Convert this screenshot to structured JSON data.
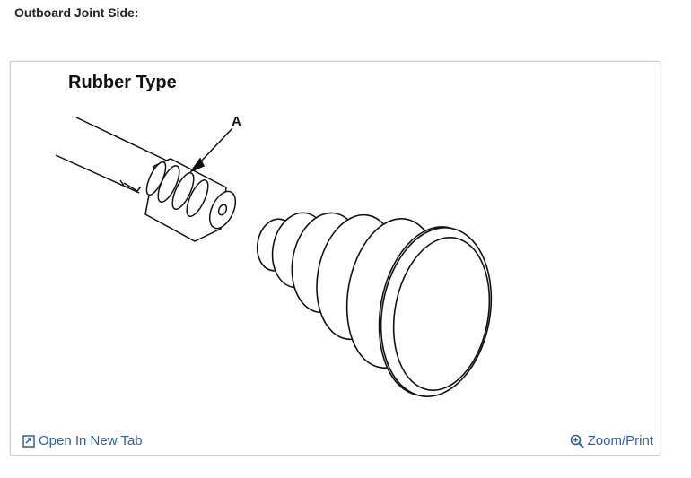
{
  "section_heading": "Outboard Joint Side:",
  "figure": {
    "title": "Rubber Type",
    "callout_label": "A",
    "footer": {
      "open_tab_label": "Open In New Tab",
      "zoom_print_label": "Zoom/Print",
      "open_tab_icon": "open-in-new-tab-icon",
      "zoom_icon": "zoom-in-icon"
    }
  },
  "colors": {
    "link": "#2b5fa6",
    "line_art": "#111111",
    "border": "#cfcfcf"
  }
}
